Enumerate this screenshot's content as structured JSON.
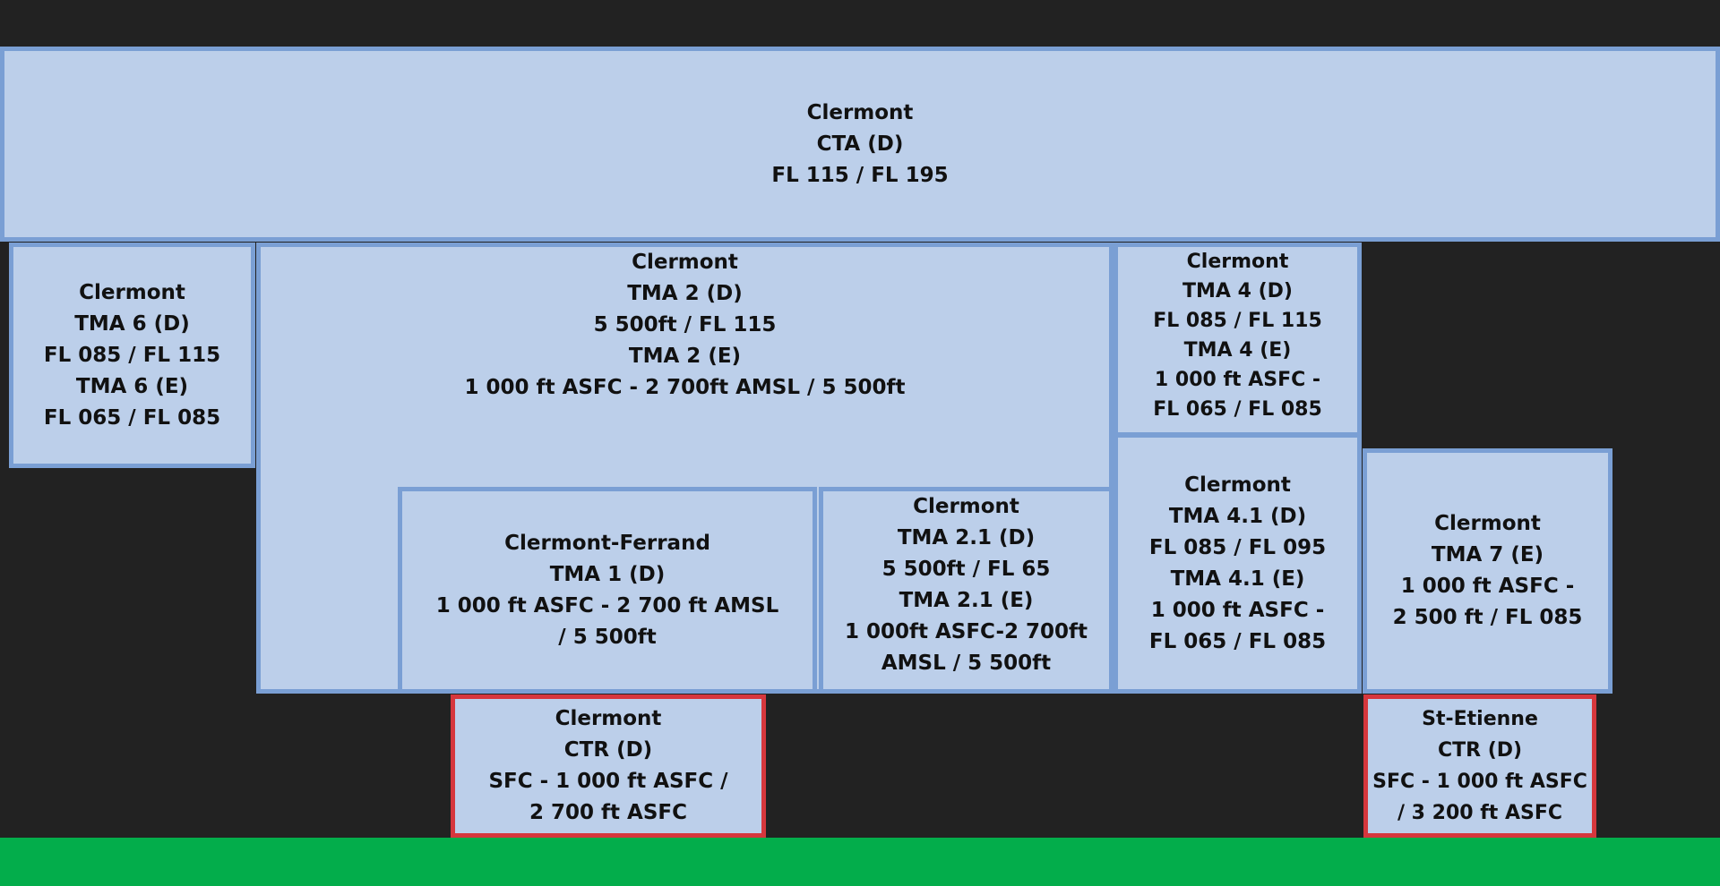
{
  "zones": {
    "cta": [
      "Clermont",
      "CTA (D)",
      "FL 115 / FL 195"
    ],
    "tma6": [
      "Clermont",
      "TMA 6 (D)",
      "FL 085 / FL 115",
      "TMA 6 (E)",
      "FL 065 / FL 085"
    ],
    "tma2": [
      "Clermont",
      "TMA 2 (D)",
      "5 500ft / FL 115",
      "TMA 2 (E)",
      "1 000 ft ASFC - 2 700ft AMSL / 5 500ft"
    ],
    "tma4": [
      "Clermont",
      "TMA 4 (D)",
      "FL 085 / FL 115",
      "TMA 4 (E)",
      "1 000 ft ASFC -",
      "FL 065 / FL 085"
    ],
    "tma1": [
      "Clermont-Ferrand",
      "TMA 1 (D)",
      "1 000 ft ASFC - 2 700 ft AMSL",
      "/ 5 500ft"
    ],
    "tma21": [
      "Clermont",
      "TMA 2.1 (D)",
      "5 500ft / FL 65",
      "TMA 2.1 (E)",
      "1 000ft ASFC-2 700ft",
      "AMSL / 5 500ft"
    ],
    "tma41": [
      "Clermont",
      "TMA 4.1 (D)",
      "FL 085 / FL 095",
      "TMA 4.1 (E)",
      "1 000 ft ASFC -",
      "FL 065 / FL 085"
    ],
    "tma7": [
      "Clermont",
      "TMA 7 (E)",
      "1 000 ft ASFC -",
      "2 500 ft / FL 085"
    ],
    "ctr_clermont": [
      "Clermont",
      "CTR (D)",
      "SFC - 1 000 ft ASFC /",
      "2 700 ft ASFC"
    ],
    "ctr_stetienne": [
      "St-Etienne",
      "CTR (D)",
      "SFC - 1 000 ft ASFC",
      "/ 3 200 ft ASFC"
    ]
  },
  "colors": {
    "background": "#222222",
    "zone_fill": "#bccfea",
    "zone_border": "#7a9fd4",
    "ctr_border": "#d6373d",
    "ground": "#03ad4b"
  }
}
